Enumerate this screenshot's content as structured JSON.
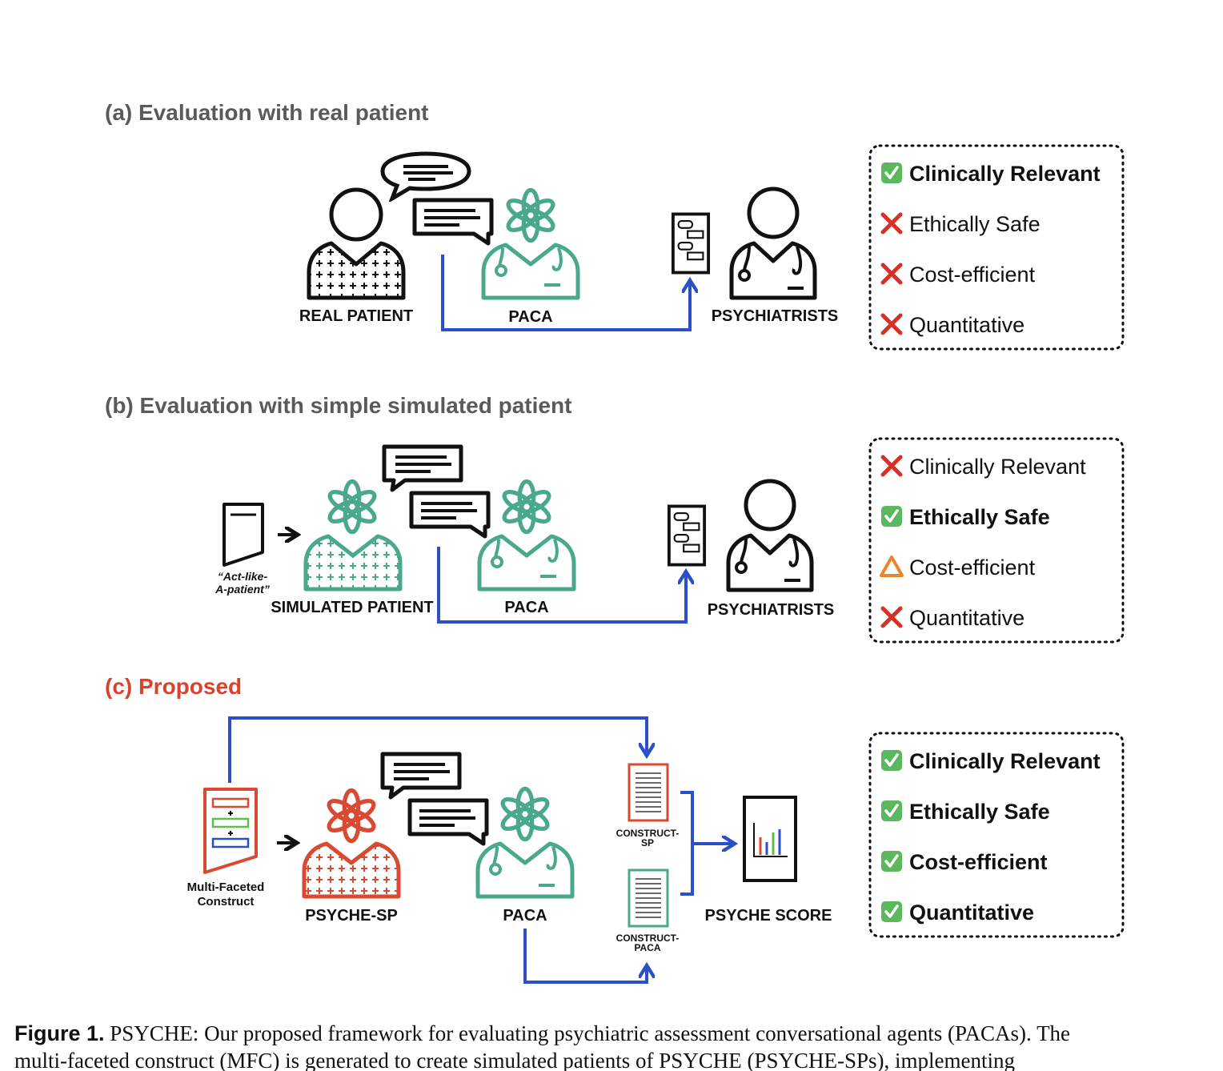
{
  "sections": {
    "a": {
      "title": "(a) Evaluation with real patient",
      "patient_label": "REAL PATIENT",
      "paca_label": "PACA",
      "rater_label": "PSYCHIATRISTS",
      "criteria": [
        {
          "status": "check",
          "label": "Clinically Relevant",
          "bold": true
        },
        {
          "status": "cross",
          "label": "Ethically Safe",
          "bold": false
        },
        {
          "status": "cross",
          "label": "Cost-efficient",
          "bold": false
        },
        {
          "status": "cross",
          "label": "Quantitative",
          "bold": false
        }
      ]
    },
    "b": {
      "title": "(b) Evaluation with simple simulated patient",
      "prompt_line1": "“Act-like-",
      "prompt_line2": "A-patient”",
      "patient_label": "SIMULATED PATIENT",
      "paca_label": "PACA",
      "rater_label": "PSYCHIATRISTS",
      "criteria": [
        {
          "status": "cross",
          "label": "Clinically Relevant",
          "bold": false
        },
        {
          "status": "check",
          "label": "Ethically Safe",
          "bold": true
        },
        {
          "status": "warn",
          "label": "Cost-efficient",
          "bold": false
        },
        {
          "status": "cross",
          "label": "Quantitative",
          "bold": false
        }
      ]
    },
    "c": {
      "title": "(c) Proposed",
      "mfc_line1": "Multi-Faceted",
      "mfc_line2": "Construct",
      "patient_label": "PSYCHE-SP",
      "paca_label": "PACA",
      "construct_sp_line1": "CONSTRUCT-",
      "construct_sp_line2": "SP",
      "construct_paca_line1": "CONSTRUCT-",
      "construct_paca_line2": "PACA",
      "score_label": "PSYCHE SCORE",
      "criteria": [
        {
          "status": "check",
          "label": "Clinically Relevant",
          "bold": true
        },
        {
          "status": "check",
          "label": "Ethically Safe",
          "bold": true
        },
        {
          "status": "check",
          "label": "Cost-efficient",
          "bold": true
        },
        {
          "status": "check",
          "label": "Quantitative",
          "bold": true
        }
      ]
    }
  },
  "caption": {
    "lead": "Figure 1.",
    "line1": " PSYCHE: Our proposed framework for evaluating psychiatric assessment conversational agents (PACAs). The",
    "line2": "multi-faceted construct (MFC) is generated to create simulated patients of PSYCHE (PSYCHE-SPs), implementing"
  },
  "colors": {
    "teal": "#4aa88d",
    "red": "#d94a32",
    "blue": "#2b4fc4",
    "title_gray": "#5a5a5a",
    "proposed_red": "#d9432e",
    "check_green": "#5cb85c",
    "cross_red": "#d93025",
    "warn_orange": "#e8872a",
    "bar_green": "#5cbf4a"
  }
}
